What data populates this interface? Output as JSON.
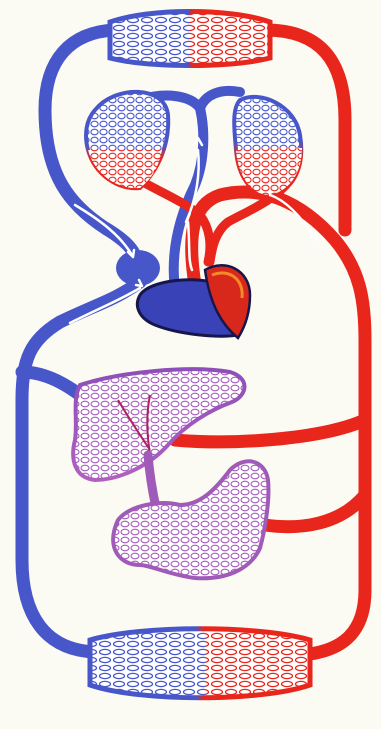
{
  "diagram": {
    "type": "circulatory-system-schematic",
    "colors": {
      "background": "#fbfaf3",
      "venous_blue": "#4757c9",
      "arterial_red": "#e8261c",
      "portal_purple": "#a05ab8",
      "heart_dark": "#2a2a8a",
      "heart_red": "#d8281c",
      "arrow_white": "#ffffff"
    },
    "parts": [
      "upper-body-capillaries",
      "left-lung-capillaries",
      "right-lung-capillaries",
      "heart",
      "liver-capillaries",
      "intestine-capillaries",
      "lower-body-capillaries"
    ]
  }
}
